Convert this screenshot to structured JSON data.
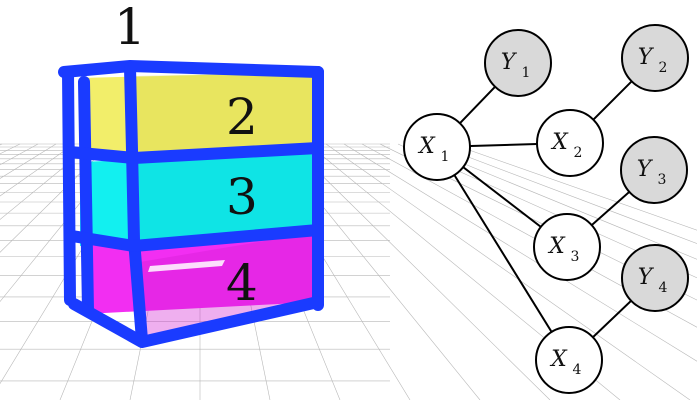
{
  "scene": {
    "labels": [
      "1",
      "2",
      "3",
      "4"
    ],
    "colors": {
      "frame": "#1a3bff",
      "drawer_yellow": "#f2ee6a",
      "drawer_cyan": "#12f0f0",
      "drawer_magenta": "#f22ef2",
      "grid": "#b8b8b8"
    }
  },
  "graph": {
    "colors": {
      "observed_fill": "#d9d9d9",
      "latent_fill": "#ffffff",
      "stroke": "#000000"
    },
    "nodes": [
      {
        "id": "X1",
        "var": "X",
        "sub": "1",
        "observed": false
      },
      {
        "id": "X2",
        "var": "X",
        "sub": "2",
        "observed": false
      },
      {
        "id": "X3",
        "var": "X",
        "sub": "3",
        "observed": false
      },
      {
        "id": "X4",
        "var": "X",
        "sub": "4",
        "observed": false
      },
      {
        "id": "Y1",
        "var": "Y",
        "sub": "1",
        "observed": true
      },
      {
        "id": "Y2",
        "var": "Y",
        "sub": "2",
        "observed": true
      },
      {
        "id": "Y3",
        "var": "Y",
        "sub": "3",
        "observed": true
      },
      {
        "id": "Y4",
        "var": "Y",
        "sub": "4",
        "observed": true
      }
    ],
    "edges": [
      [
        "X1",
        "Y1"
      ],
      [
        "X1",
        "X2"
      ],
      [
        "X1",
        "X3"
      ],
      [
        "X1",
        "X4"
      ],
      [
        "X2",
        "Y2"
      ],
      [
        "X3",
        "Y3"
      ],
      [
        "X4",
        "Y4"
      ]
    ]
  }
}
